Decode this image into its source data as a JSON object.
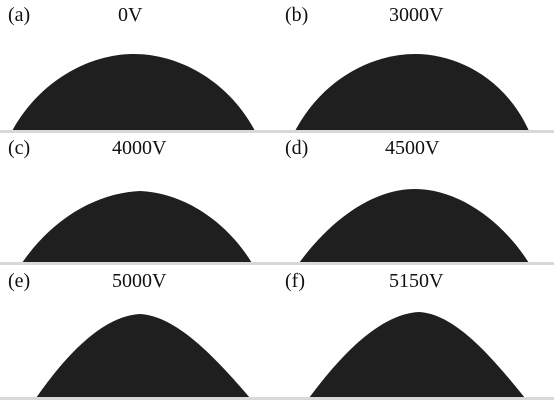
{
  "panels": [
    {
      "letter": "(a)",
      "voltage": "0V"
    },
    {
      "letter": "(b)",
      "voltage": "3000V"
    },
    {
      "letter": "(c)",
      "voltage": "4000V"
    },
    {
      "letter": "(d)",
      "voltage": "4500V"
    },
    {
      "letter": "(e)",
      "voltage": "5000V"
    },
    {
      "letter": "(f)",
      "voltage": "5150V"
    }
  ],
  "colors": {
    "droplet": "#1f1f1f",
    "droplet_edge": "#0d0d0d",
    "background": "#ffffff",
    "substrate": "#d8d8d8"
  }
}
